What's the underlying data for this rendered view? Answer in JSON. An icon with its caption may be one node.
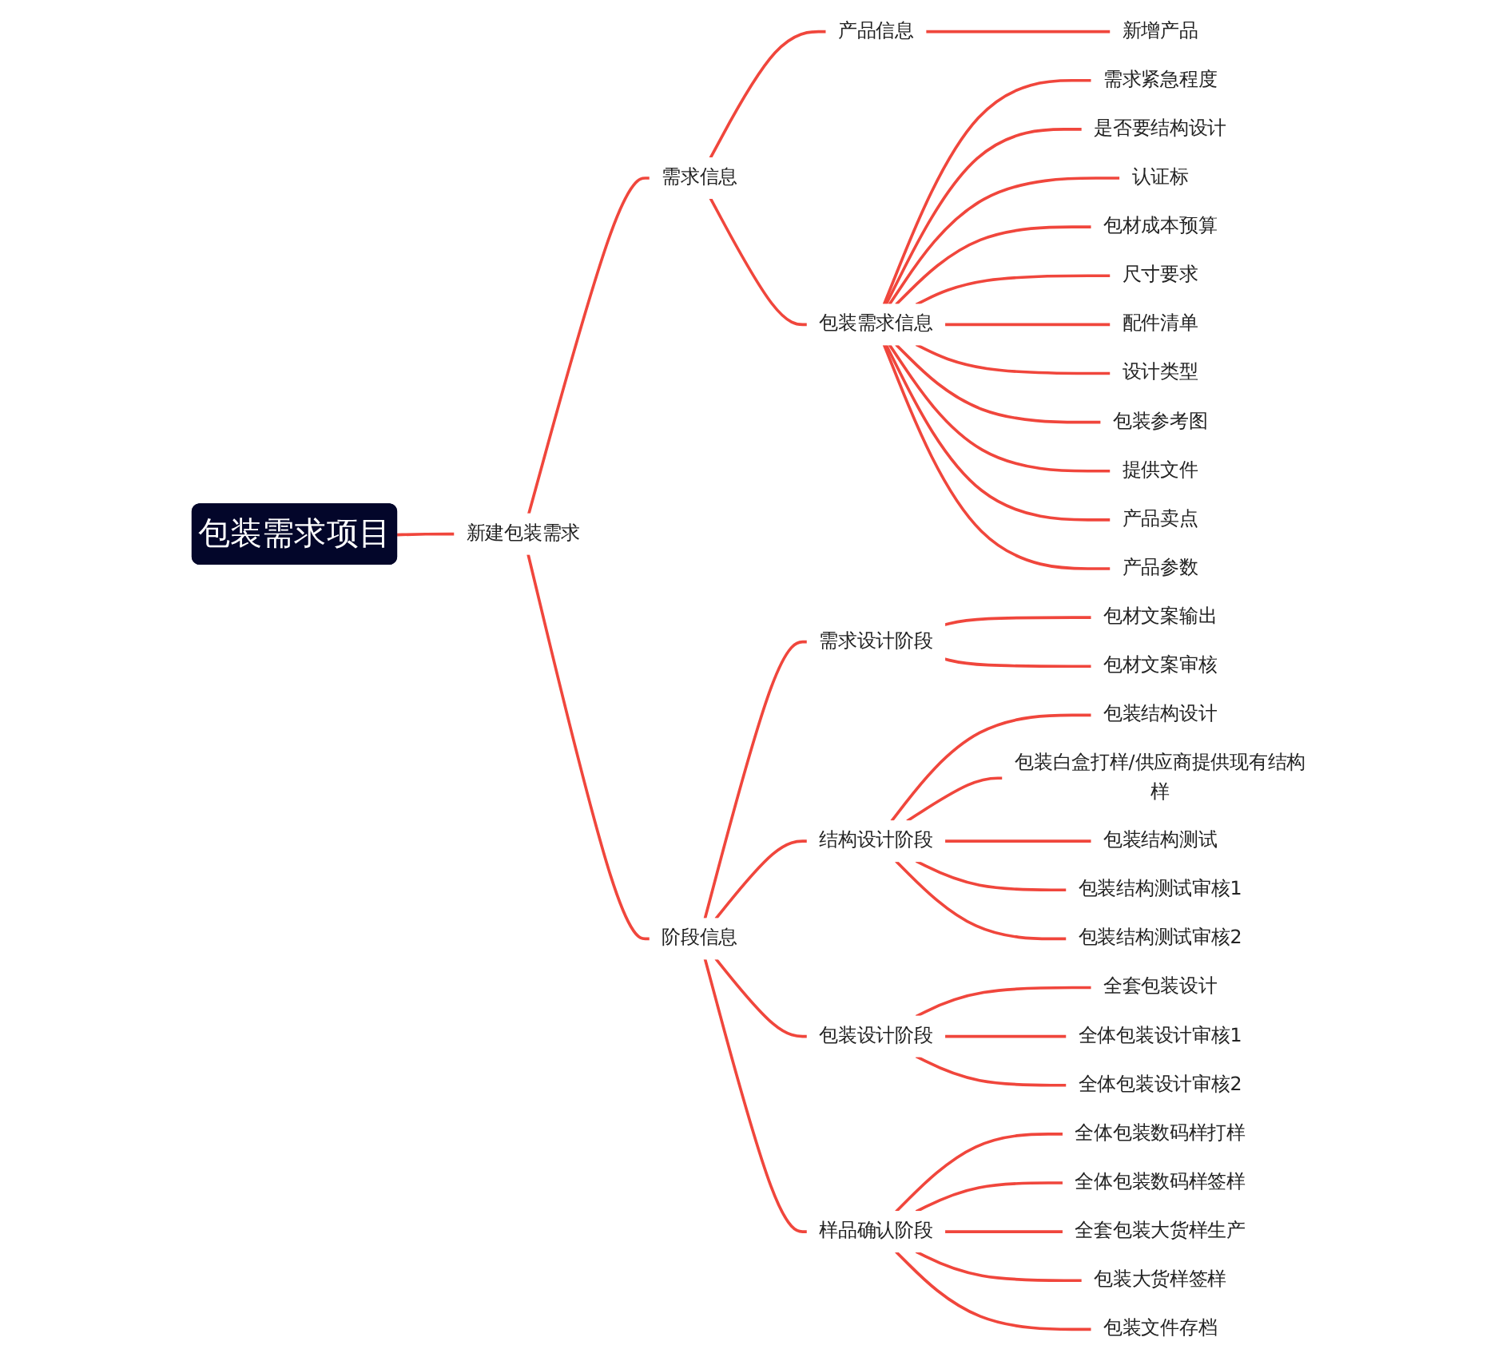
{
  "diagram": {
    "nodes": [
      {
        "text": [
          "包装需求项目"
        ]
      },
      {
        "text": [
          "新建包装需求"
        ]
      },
      {
        "text": [
          "需求信息"
        ]
      },
      {
        "text": [
          "产品信息"
        ]
      },
      {
        "text": [
          "新增产品"
        ]
      },
      {
        "text": [
          "包装需求信息"
        ]
      },
      {
        "text": [
          "需求紧急程度"
        ]
      },
      {
        "text": [
          "是否要结构设计"
        ]
      },
      {
        "text": [
          "认证标"
        ]
      },
      {
        "text": [
          "包材成本预算"
        ]
      },
      {
        "text": [
          "尺寸要求"
        ]
      },
      {
        "text": [
          "配件清单"
        ]
      },
      {
        "text": [
          "设计类型"
        ]
      },
      {
        "text": [
          "包装参考图"
        ]
      },
      {
        "text": [
          "提供文件"
        ]
      },
      {
        "text": [
          "产品卖点"
        ]
      },
      {
        "text": [
          "产品参数"
        ]
      },
      {
        "text": [
          "阶段信息"
        ]
      },
      {
        "text": [
          "需求设计阶段"
        ]
      },
      {
        "text": [
          "包材文案输出"
        ]
      },
      {
        "text": [
          "包材文案审核"
        ]
      },
      {
        "text": [
          "结构设计阶段"
        ]
      },
      {
        "text": [
          "包装结构设计"
        ]
      },
      {
        "text": [
          "包装白盒打样/供应商提供现有结构样"
        ]
      },
      {
        "text": [
          "包装结构测试"
        ]
      },
      {
        "text": [
          "包装结构测试审核1"
        ]
      },
      {
        "text": [
          "包装结构测试审核2"
        ]
      },
      {
        "text": [
          "包装设计阶段"
        ]
      },
      {
        "text": [
          "全套包装设计"
        ]
      },
      {
        "text": [
          "全体包装设计审核1"
        ]
      },
      {
        "text": [
          "全体包装设计审核2"
        ]
      },
      {
        "text": [
          "样品确认阶段"
        ]
      },
      {
        "text": [
          "全体包装数码样打样"
        ]
      },
      {
        "text": [
          "全体包装数码样签样"
        ]
      },
      {
        "text": [
          "全套包装大货样生产"
        ]
      },
      {
        "text": [
          "包装大货样签样"
        ]
      },
      {
        "text": [
          "包装文件存档"
        ]
      }
    ],
    "edges": [
      {
        "from": 0,
        "to": 1,
        "arrow": "none"
      },
      {
        "from": 1,
        "to": 2,
        "arrow": "none"
      },
      {
        "from": 2,
        "to": 3,
        "arrow": "none"
      },
      {
        "from": 3,
        "to": 4,
        "arrow": "none"
      },
      {
        "from": 2,
        "to": 5,
        "arrow": "none"
      },
      {
        "from": 5,
        "to": 6,
        "arrow": "none"
      },
      {
        "from": 5,
        "to": 7,
        "arrow": "none"
      },
      {
        "from": 5,
        "to": 8,
        "arrow": "none"
      },
      {
        "from": 5,
        "to": 9,
        "arrow": "none"
      },
      {
        "from": 5,
        "to": 10,
        "arrow": "none"
      },
      {
        "from": 5,
        "to": 11,
        "arrow": "none"
      },
      {
        "from": 5,
        "to": 12,
        "arrow": "none"
      },
      {
        "from": 5,
        "to": 13,
        "arrow": "none"
      },
      {
        "from": 5,
        "to": 14,
        "arrow": "none"
      },
      {
        "from": 5,
        "to": 15,
        "arrow": "none"
      },
      {
        "from": 5,
        "to": 16,
        "arrow": "none"
      },
      {
        "from": 1,
        "to": 17,
        "arrow": "none"
      },
      {
        "from": 17,
        "to": 18,
        "arrow": "none"
      },
      {
        "from": 18,
        "to": 19,
        "arrow": "none"
      },
      {
        "from": 18,
        "to": 20,
        "arrow": "none"
      },
      {
        "from": 17,
        "to": 21,
        "arrow": "none"
      },
      {
        "from": 21,
        "to": 22,
        "arrow": "none"
      },
      {
        "from": 21,
        "to": 23,
        "arrow": "none"
      },
      {
        "from": 21,
        "to": 24,
        "arrow": "none"
      },
      {
        "from": 21,
        "to": 25,
        "arrow": "none"
      },
      {
        "from": 21,
        "to": 26,
        "arrow": "none"
      },
      {
        "from": 17,
        "to": 27,
        "arrow": "none"
      },
      {
        "from": 27,
        "to": 28,
        "arrow": "none"
      },
      {
        "from": 27,
        "to": 29,
        "arrow": "none"
      },
      {
        "from": 27,
        "to": 30,
        "arrow": "none"
      },
      {
        "from": 17,
        "to": 31,
        "arrow": "none"
      },
      {
        "from": 31,
        "to": 32,
        "arrow": "none"
      },
      {
        "from": 31,
        "to": 33,
        "arrow": "none"
      },
      {
        "from": 31,
        "to": 34,
        "arrow": "none"
      },
      {
        "from": 31,
        "to": 35,
        "arrow": "none"
      },
      {
        "from": 31,
        "to": 36,
        "arrow": "none"
      }
    ]
  }
}
